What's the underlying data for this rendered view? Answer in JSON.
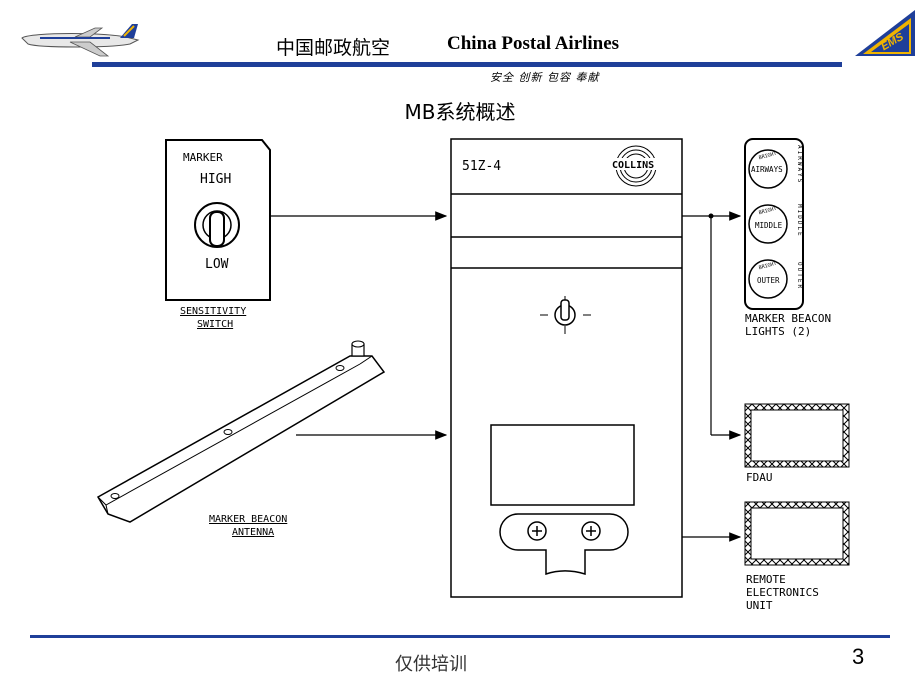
{
  "header": {
    "title_cn": "中国邮政航空",
    "title_en": "China Postal Airlines",
    "motto": "安全 创新 包容 奉献",
    "logo_text": "EMS"
  },
  "slide": {
    "title": "MB系统概述"
  },
  "diagram": {
    "switch": {
      "marker": "MARKER",
      "high": "HIGH",
      "low": "LOW",
      "caption1": "SENSITIVITY",
      "caption2": "SWITCH"
    },
    "receiver": {
      "model": "51Z-4",
      "brand": "COLLINS"
    },
    "lights": {
      "bright": "BRIGHT",
      "lamps": [
        "AIRWAYS",
        "MIDDLE",
        "OUTER"
      ],
      "side_labels": [
        "AIRWAYS",
        "MIDDLE",
        "OUTER"
      ],
      "caption1": "MARKER BEACON",
      "caption2": "LIGHTS (2)"
    },
    "antenna": {
      "caption1": "MARKER BEACON",
      "caption2": "ANTENNA"
    },
    "fdau": {
      "caption": "FDAU"
    },
    "reu": {
      "caption1": "REMOTE",
      "caption2": "ELECTRONICS",
      "caption3": "UNIT"
    }
  },
  "footer": {
    "text": "仅供培训",
    "page": "3"
  }
}
